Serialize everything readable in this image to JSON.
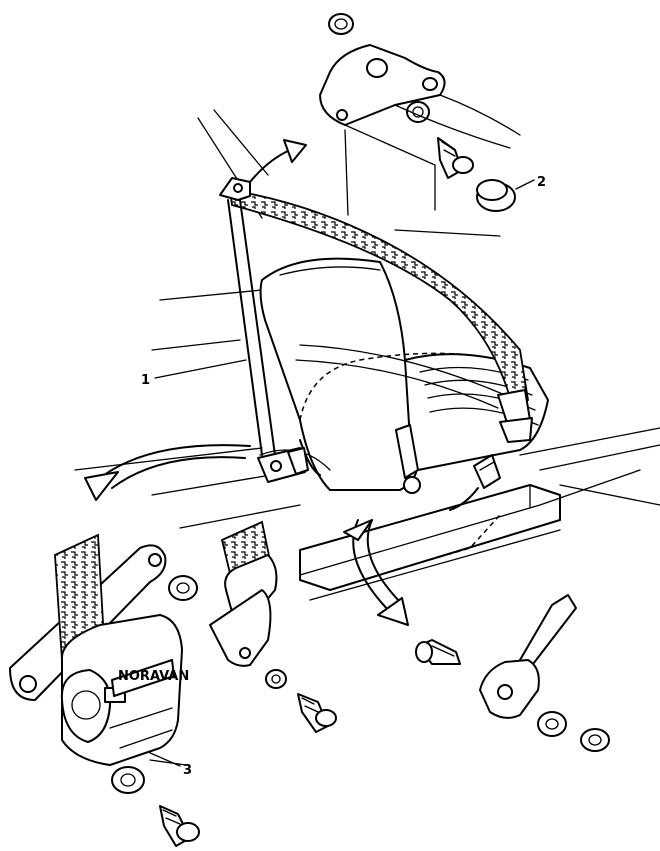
{
  "callouts": [
    {
      "id": "1",
      "label": "1"
    },
    {
      "id": "2",
      "label": "2"
    },
    {
      "id": "3",
      "label": "3"
    }
  ],
  "retractor_brand": "NORAVAN"
}
